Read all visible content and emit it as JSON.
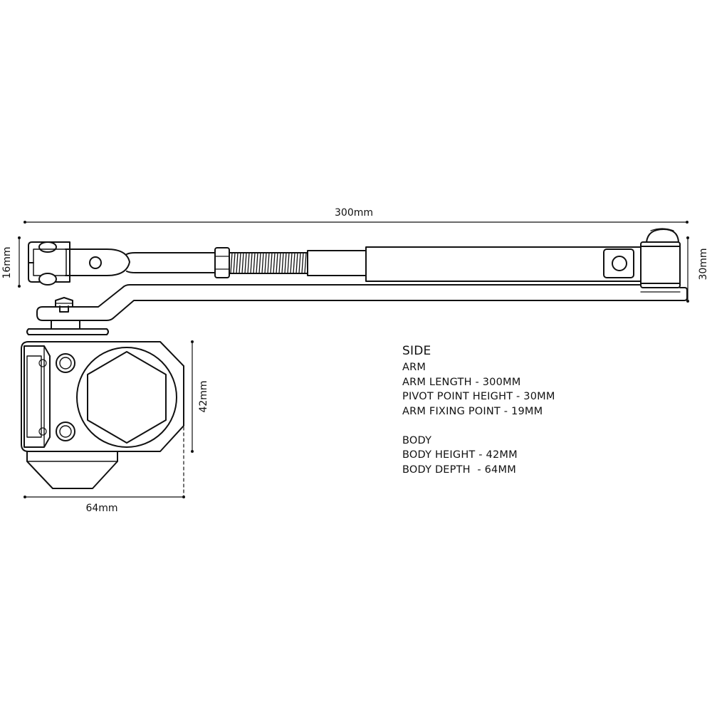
{
  "dimensions": {
    "arm_length": "300mm",
    "arm_fixing_height": "16mm",
    "pivot_height": "30mm",
    "body_height": "42mm",
    "body_depth": "64mm"
  },
  "specs": {
    "heading": "SIDE",
    "arm_title": "ARM",
    "arm_length": "ARM LENGTH - 300MM",
    "pivot_height": "PIVOT POINT HEIGHT - 30MM",
    "fixing_point": "ARM FIXING POINT - 19MM",
    "body_title": "BODY",
    "body_height": "BODY HEIGHT - 42MM",
    "body_depth": "BODY DEPTH  - 64MM"
  }
}
